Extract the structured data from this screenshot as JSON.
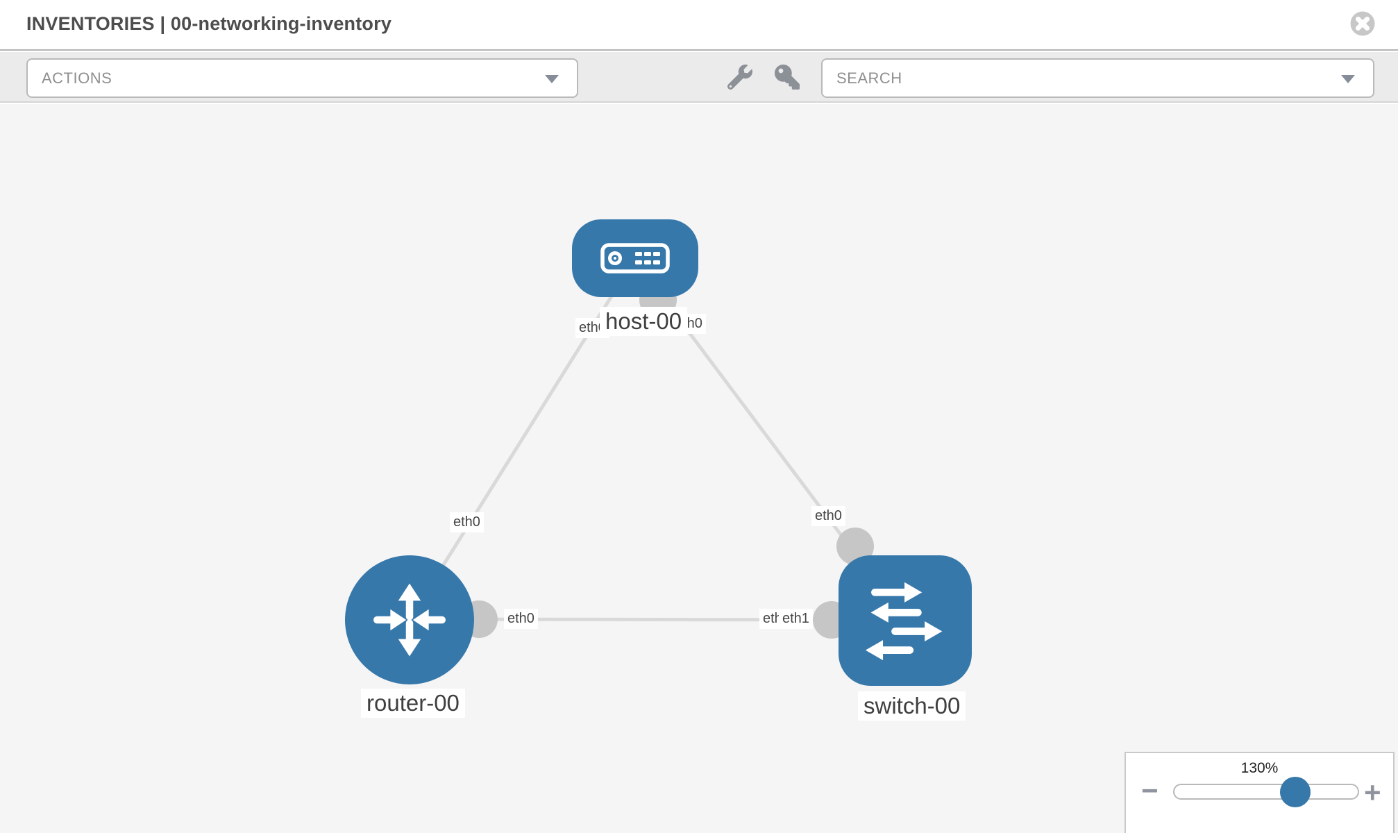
{
  "header": {
    "title": "INVENTORIES | 00-networking-inventory"
  },
  "toolbar": {
    "actions_label": "ACTIONS",
    "search_label": "SEARCH"
  },
  "icons": {
    "close": "circle-x",
    "wrench": "wrench",
    "key": "key",
    "dropdown_caret": "chevron-down"
  },
  "colors": {
    "node_blue": "#3778ab",
    "link_gray": "#d9d9d9",
    "port_gray": "#c6c6c6",
    "canvas_bg": "#f5f5f5",
    "toolbar_bg": "#ebebeb"
  },
  "diagram": {
    "nodes": [
      {
        "id": "host-00",
        "label": "host-00",
        "type": "host",
        "shape": "rounded-rect"
      },
      {
        "id": "router-00",
        "label": "router-00",
        "type": "router",
        "shape": "circle"
      },
      {
        "id": "switch-00",
        "label": "switch-00",
        "type": "switch",
        "shape": "rounded-square"
      }
    ],
    "links": [
      {
        "from": "host-00",
        "to": "router-00",
        "from_interface": "eth0",
        "to_interface": "eth0"
      },
      {
        "from": "host-00",
        "to": "switch-00",
        "from_interface": "eth0",
        "to_interface": "eth0"
      },
      {
        "from": "router-00",
        "to": "switch-00",
        "from_interface": "eth0",
        "to_interface": "eth1",
        "to_interface_overlapped": "eth0"
      }
    ]
  },
  "zoom_panel": {
    "level": "130%",
    "minus_label": "−",
    "plus_label": "+"
  }
}
